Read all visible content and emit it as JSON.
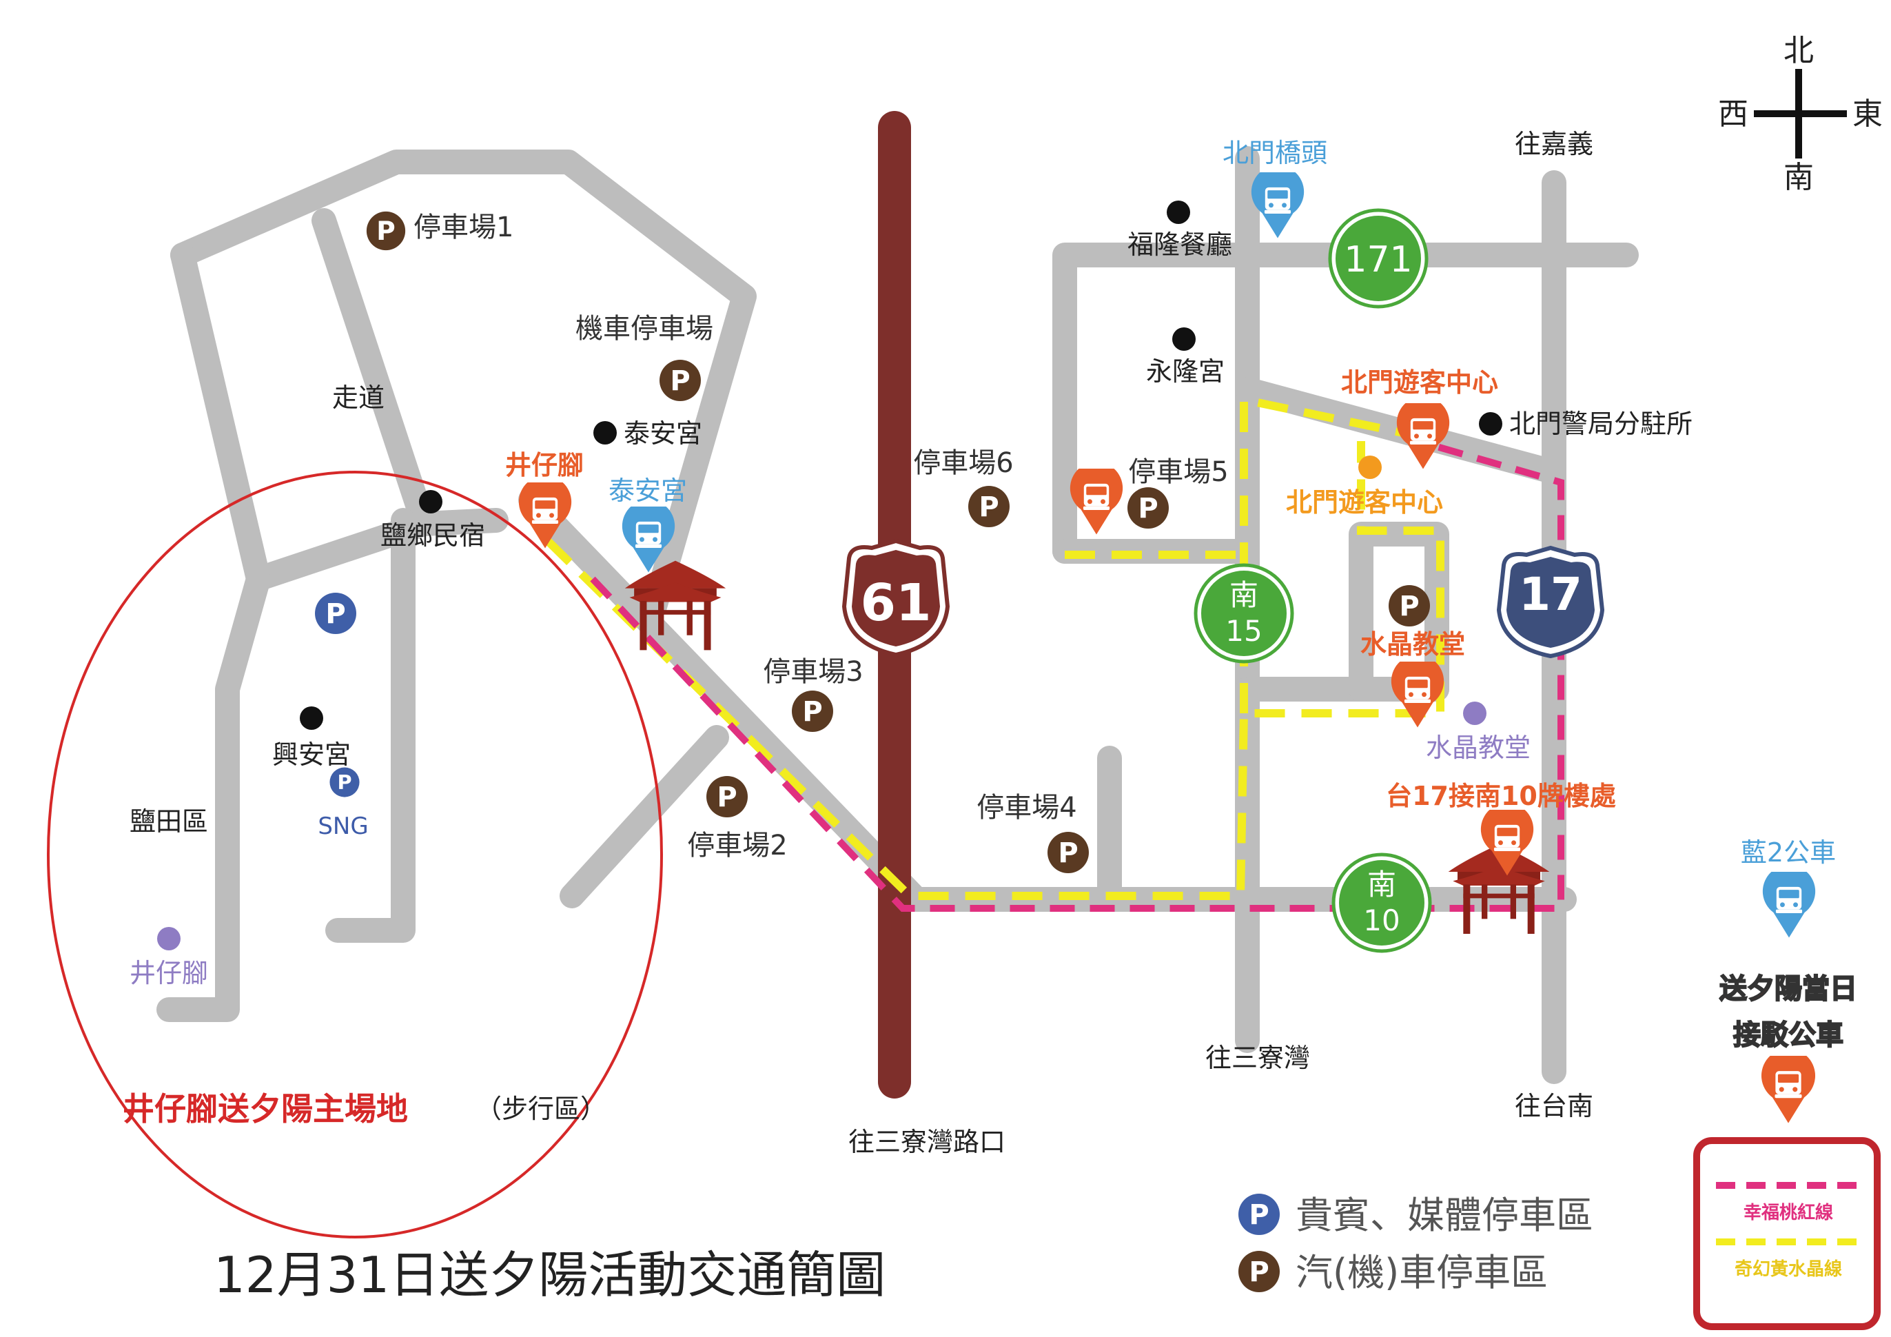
{
  "title": "12月31日送夕陽活動交通簡圖",
  "compass": {
    "north": "北",
    "south": "南",
    "east": "東",
    "west": "西"
  },
  "direction_labels": {
    "to_chiayi": "往嘉義",
    "to_tainan": "往台南",
    "to_sanliaowan": "往三寮灣",
    "to_sanliaowan_junction": "往三寮灣路口"
  },
  "route_shields": {
    "r61": "61",
    "r17": "17",
    "r171": "171",
    "nan15_a": "南",
    "nan15_b": "15",
    "nan10_a": "南",
    "nan10_b": "10"
  },
  "places": {
    "fulong_restaurant": "福隆餐廳",
    "yonglong_temple": "永隆宮",
    "beimen_police": "北門警局分駐所",
    "taian_temple": "泰安宮",
    "yanxiang_bnb": "鹽鄉民宿",
    "xingan_temple": "興安宮",
    "walkway": "走道",
    "salt_field": "鹽田區",
    "sng": "SNG",
    "jingzaijiao_purple": "井仔腳",
    "crystal_church_purple": "水晶教堂",
    "visitor_center_lorange": "北門遊客中心"
  },
  "parking": {
    "p1": "停車場1",
    "p2": "停車場2",
    "p3": "停車場3",
    "p4": "停車場4",
    "p5": "停車場5",
    "p6": "停車場6",
    "scooter": "機車停車場",
    "p_letter": "P"
  },
  "bus_stops": {
    "beimen_bridge": "北門橋頭",
    "taian_temple_blue": "泰安宮",
    "jingzaijiao_orange": "井仔腳",
    "visitor_center_orange": "北門遊客中心",
    "crystal_church_orange": "水晶教堂",
    "t17_nan10": "台17接南10牌樓處",
    "blue2": "藍2公車"
  },
  "main_venue": {
    "name": "井仔腳送夕陽主場地",
    "note": "（步行區）"
  },
  "shuttle_notice": {
    "line1": "送夕陽當日",
    "line2": "接駁公車"
  },
  "route_legend": {
    "pink": "幸福桃紅線",
    "yellow": "奇幻黃水晶線"
  },
  "legend": {
    "vip": "貴賓、媒體停車區",
    "car": "汽(機)車停車區"
  },
  "colors": {
    "road_gray": "#bdbdbd",
    "road_61": "#7e2f2b",
    "pink_route": "#e0307f",
    "yellow_route": "#f2ec1f",
    "orange_bus": "#e85d2a",
    "blue_bus": "#4a9fd8",
    "green_shield": "#4aa83a",
    "navy_shield": "#3d4f7c",
    "parking_brown": "#5a3a22",
    "parking_blue": "#3f5fa8",
    "venue_circle": "#d62828",
    "gate_red": "#a52a1f"
  },
  "icons": {
    "bus": "bus-icon",
    "parking": "parking-icon",
    "landmark_dot": "landmark-dot-icon",
    "gate": "memorial-gate-icon",
    "compass": "compass-icon"
  }
}
